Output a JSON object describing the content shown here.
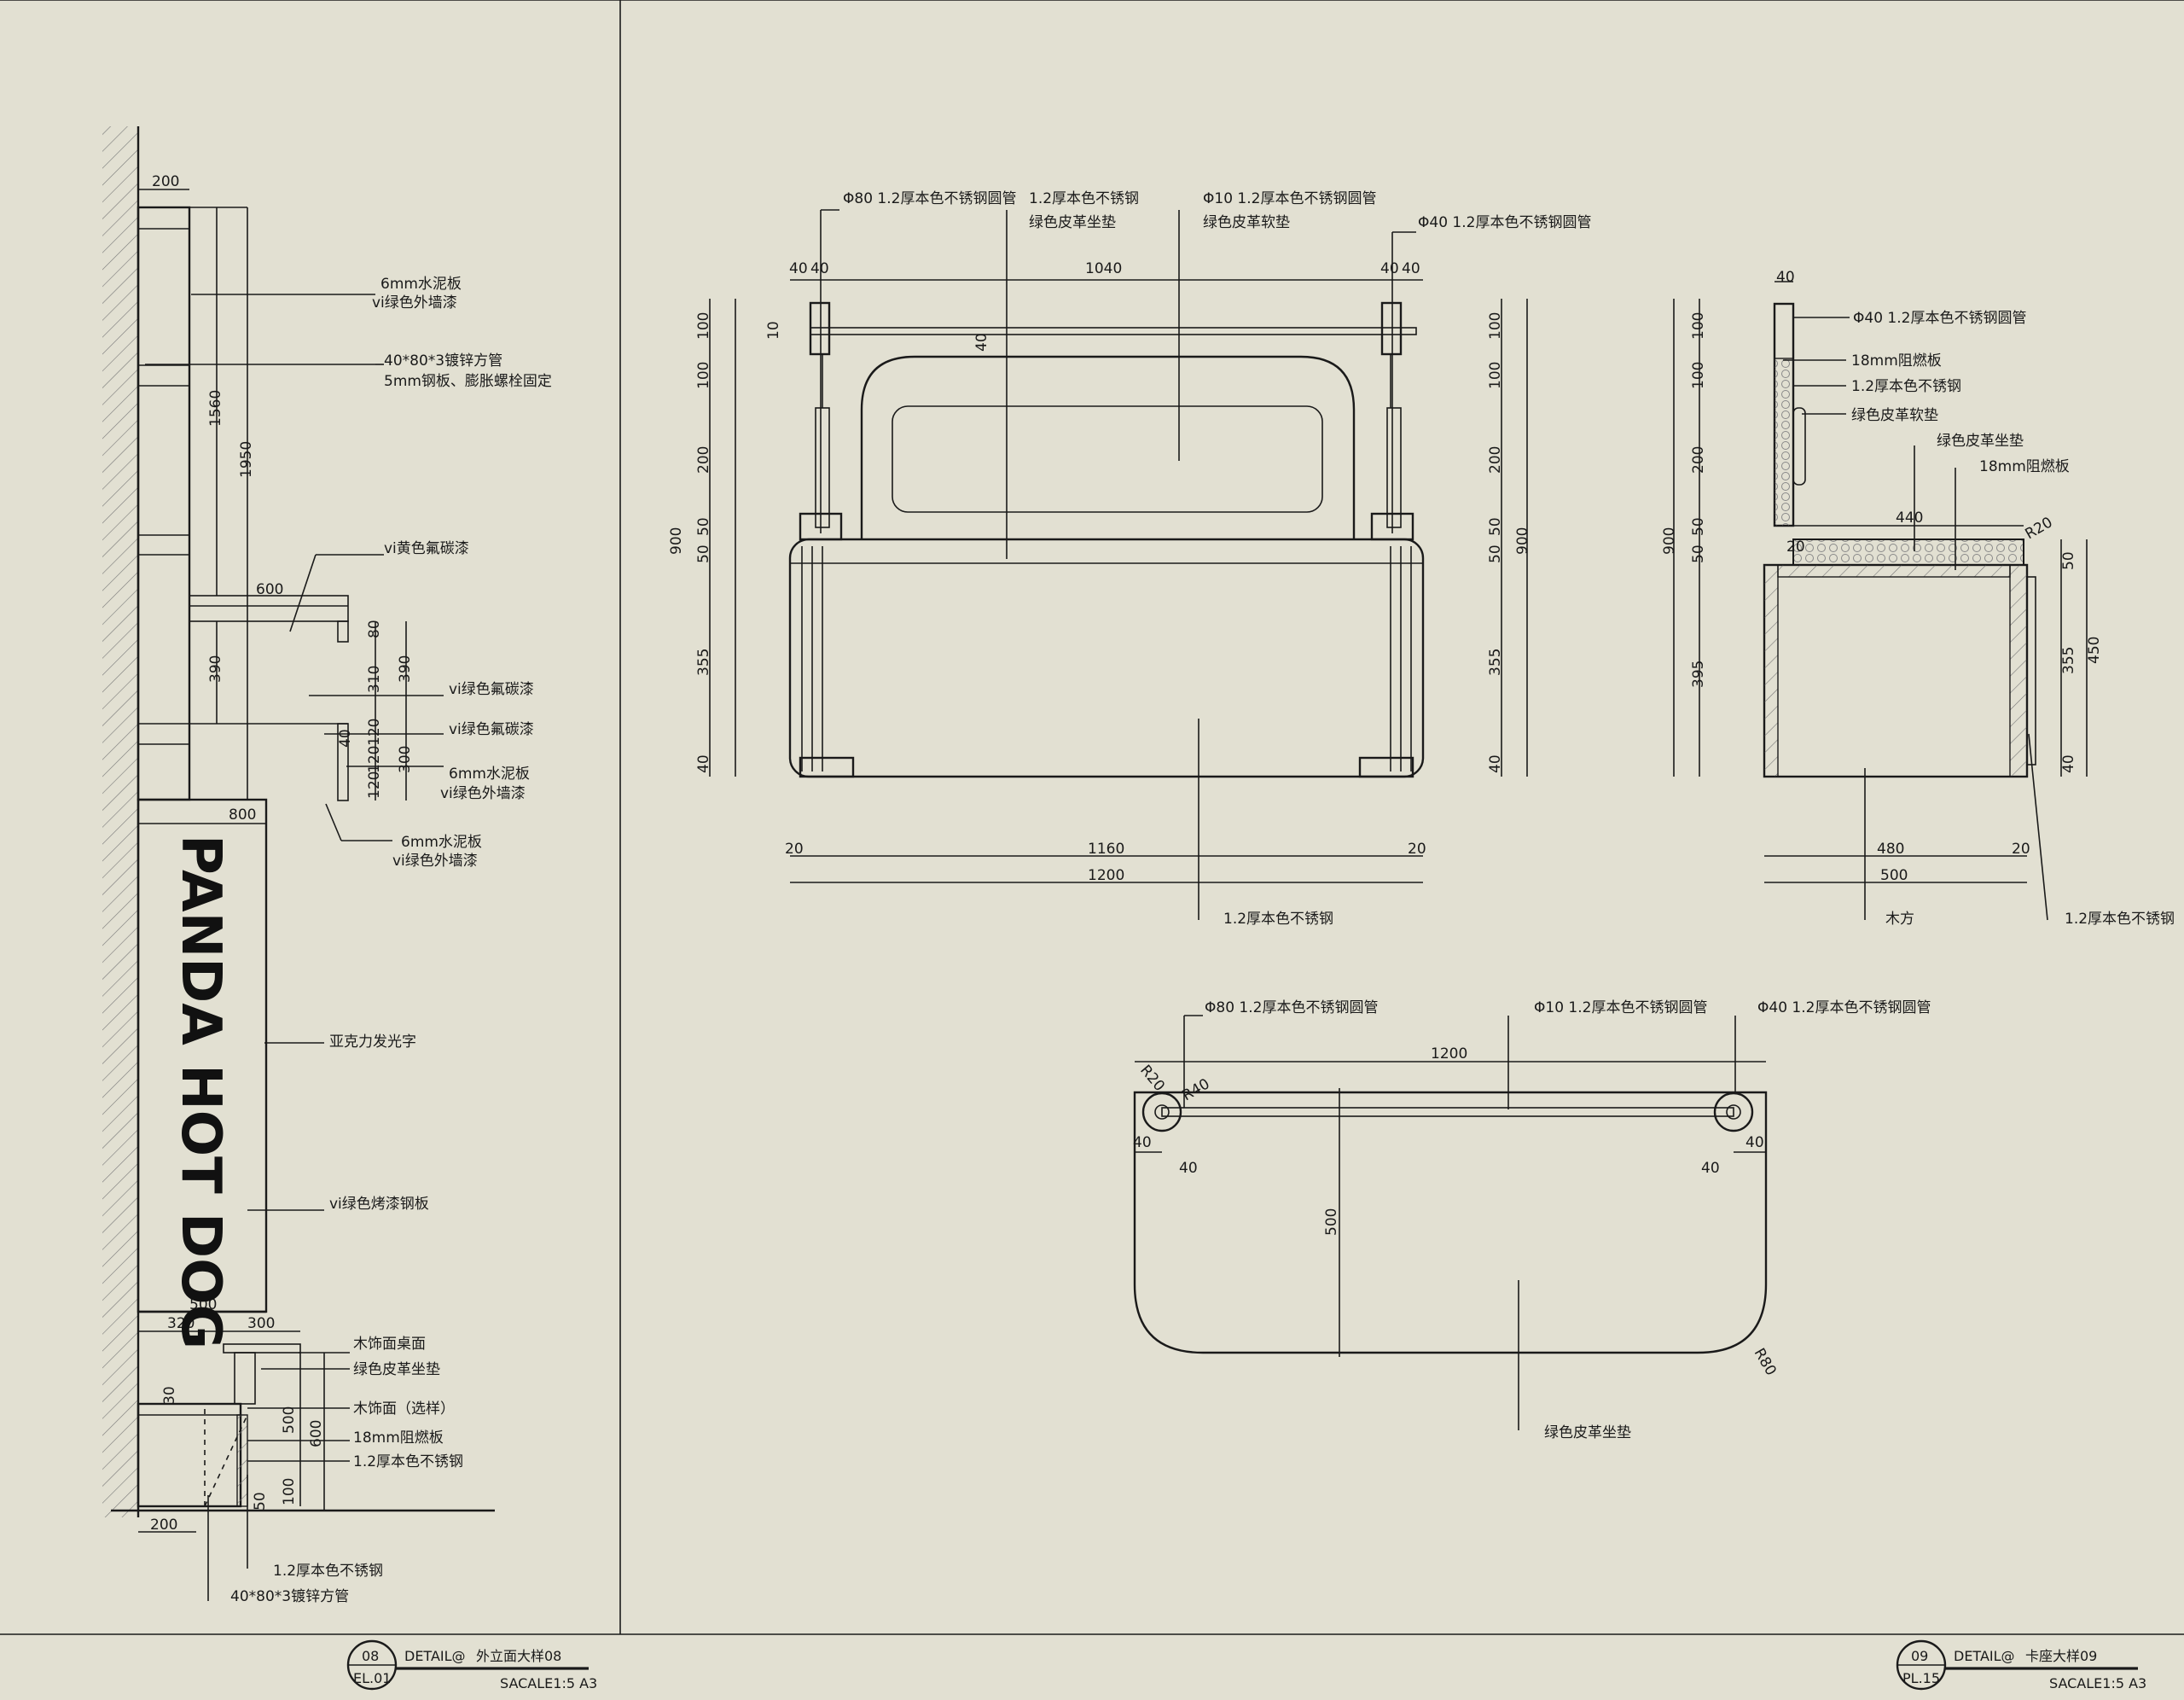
{
  "left_detail": {
    "dims": [
      "200",
      "1560",
      "1950",
      "600",
      "390",
      "80",
      "310",
      "390",
      "40",
      "120",
      "120",
      "120",
      "300",
      "800",
      "500",
      "320",
      "300",
      "30",
      "500",
      "600",
      "100",
      "50",
      "200"
    ],
    "labels": {
      "cement_1a": "6mm水泥板",
      "cement_1b": "vi绿色外墙漆",
      "tube_a": "40*80*3镀锌方管",
      "tube_b": "5mm钢板、膨胀螺栓固定",
      "yellow": "vi黄色氟碳漆",
      "green1": "vi绿色氟碳漆",
      "green2": "vi绿色氟碳漆",
      "cement_2a": "6mm水泥板",
      "cement_2b": "vi绿色外墙漆",
      "cement_3a": "6mm水泥板",
      "cement_3b": "vi绿色外墙漆",
      "acrylic": "亚克力发光字",
      "baked": "vi绿色烤漆钢板",
      "wood_top": "木饰面桌面",
      "green_cushion": "绿色皮革坐垫",
      "wood_panel": "木饰面（选样）",
      "fireboard": "18mm阻燃板",
      "steel_a": "1.2厚本色不锈钢",
      "steel_b": "1.2厚本色不锈钢",
      "tube_c": "40*80*3镀锌方管"
    },
    "brand_text": "PANDA HOT DOG"
  },
  "front_view": {
    "labels": {
      "pipe80": "Φ80 1.2厚本色不锈钢圆管",
      "steel": "1.2厚本色不锈钢",
      "cushion": "绿色皮革坐垫",
      "pipe10": "Φ10 1.2厚本色不锈钢圆管",
      "soft": "绿色皮革软垫",
      "pipe40": "Φ40 1.2厚本色不锈钢圆管",
      "steel_bottom": "1.2厚本色不锈钢"
    },
    "dims": {
      "top": [
        "40",
        "40",
        "1040",
        "40",
        "40"
      ],
      "left": [
        "100",
        "100",
        "200",
        "50",
        "50",
        "355",
        "40",
        "900",
        "10",
        "40"
      ],
      "right": [
        "100",
        "100",
        "200",
        "50",
        "50",
        "355",
        "40",
        "900"
      ],
      "bottom": [
        "20",
        "1160",
        "20",
        "1200"
      ]
    }
  },
  "side_view": {
    "labels": {
      "pipe40": "Φ40 1.2厚本色不锈钢圆管",
      "fire": "18mm阻燃板",
      "steel": "1.2厚本色不锈钢",
      "soft": "绿色皮革软垫",
      "cushion": "绿色皮革坐垫",
      "fire2": "18mm阻燃板",
      "wood": "木方",
      "steel_bottom": "1.2厚本色不锈钢"
    },
    "dims": {
      "top": "40",
      "left": [
        "100",
        "100",
        "200",
        "50",
        "50",
        "395",
        "900"
      ],
      "seat": [
        "440",
        "20",
        "R20"
      ],
      "right": [
        "50",
        "355",
        "450",
        "40"
      ],
      "bottom": [
        "480",
        "20",
        "500"
      ]
    }
  },
  "plan_view": {
    "labels": {
      "pipe80": "Φ80 1.2厚本色不锈钢圆管",
      "pipe10": "Φ10 1.2厚本色不锈钢圆管",
      "pipe40": "Φ40 1.2厚本色不锈钢圆管",
      "cushion": "绿色皮革坐垫"
    },
    "dims": [
      "1200",
      "R20",
      "R40",
      "40",
      "40",
      "40",
      "40",
      "500",
      "R80"
    ]
  },
  "title_blocks": [
    {
      "num": "08",
      "sheet": "EL.01",
      "title": "DETAIL@",
      "name": "外立面大样08",
      "scale": "SACALE1:5 A3"
    },
    {
      "num": "09",
      "sheet": "PL.15",
      "title": "DETAIL@",
      "name": "卡座大样09",
      "scale": "SACALE1:5 A3"
    }
  ]
}
